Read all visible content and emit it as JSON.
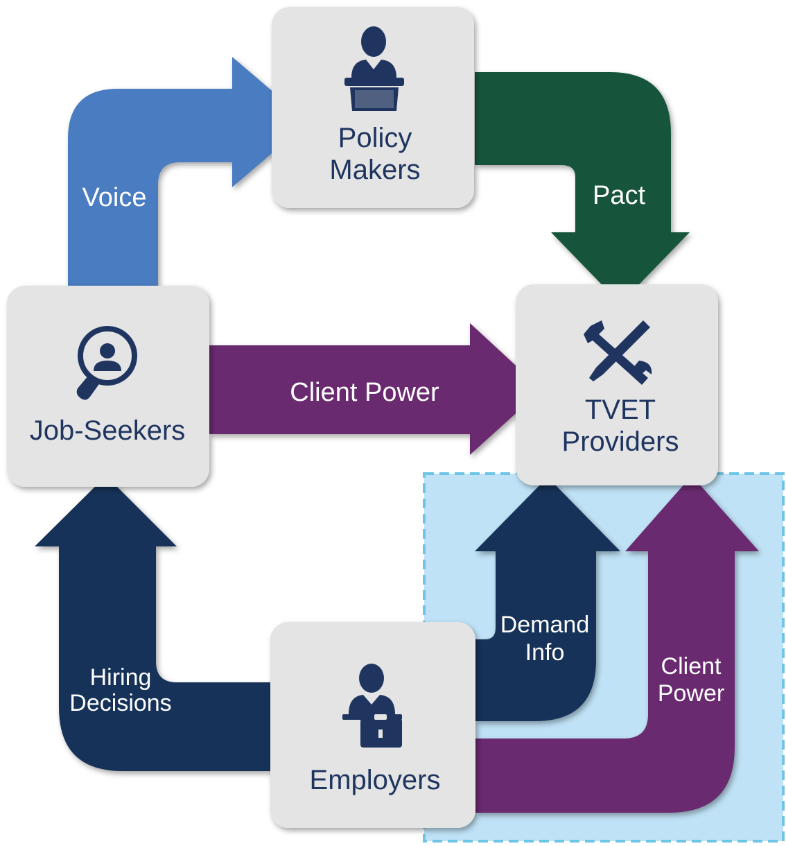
{
  "nodes": {
    "policy_makers": {
      "line1": "Policy",
      "line2": "Makers",
      "icon": "speaker-podium-icon"
    },
    "job_seekers": {
      "label": "Job-Seekers",
      "icon": "magnifier-person-icon"
    },
    "tvet_providers": {
      "line1": "TVET",
      "line2": "Providers",
      "icon": "wrench-screwdriver-icon"
    },
    "employers": {
      "label": "Employers",
      "icon": "businessman-briefcase-icon"
    }
  },
  "arrows": {
    "voice": {
      "label": "Voice",
      "color": "#4a7bc0"
    },
    "pact": {
      "label": "Pact",
      "color": "#14553a"
    },
    "client_power_main": {
      "label": "Client Power",
      "color": "#6b2a6f"
    },
    "hiring_decisions": {
      "line1": "Hiring",
      "line2": "Decisions",
      "color": "#163158"
    },
    "demand_info": {
      "line1": "Demand",
      "line2": "Info",
      "color": "#163158"
    },
    "client_power_employers": {
      "line1": "Client",
      "line2": "Power",
      "color": "#6b2a6f"
    }
  },
  "colors": {
    "node_fill": "#e4e4e4",
    "node_text": "#1f3560",
    "highlight_fill": "#bfe2f6",
    "highlight_border": "#6ec6e6"
  }
}
